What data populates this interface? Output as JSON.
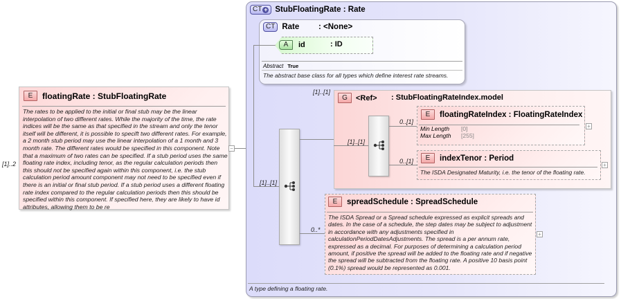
{
  "root_element": {
    "badge": "E",
    "name": "floatingRate",
    "separator": " : ",
    "type": "StubFloatingRate",
    "multiplicity": "[1]..2",
    "documentation": "The rates to be applied to the initial or final stub may be the linear interpolation of two different rates. While the majority of the time, the rate indices will be the same as that specified in the stream and only the tenor itself will be different, it is possible to specift two different rates. For example, a 2 month stub period may use the linear interpolation of a 1 month and 3 month rate. The different rates would be specified in this component. Note that a maximum of two rates can be specified. If a stub period uses the same floating rate index, including tenor, as the regular calculation periods then this should not be specified again within this component, i.e. the stub calculation period amount component may not need to be specified even if there is an initial or final stub period. If a stub period uses a different floating rate index compared to the regular calculation periods then this should be specified within this component. If specified here, they are likely to have id attributes, allowing them to be re",
    "collapse_icon": "minus"
  },
  "complex_type": {
    "badge": "CT",
    "badge_icon": "plus-circle-icon",
    "name": "StubFloatingRate",
    "separator": " : ",
    "base": "Rate",
    "documentation": "A type defining a floating rate.",
    "base_type": {
      "badge": "CT",
      "name": "Rate",
      "separator": ": ",
      "base": "<None>",
      "attribute": {
        "badge": "A",
        "name": "id",
        "separator": ": ",
        "type": "ID"
      },
      "abstract_label": "Abstract",
      "abstract_value": "True",
      "documentation": "The abstract base class for all types which define interest rate streams."
    },
    "sequence": {
      "multiplicity": "[1]..[1]",
      "icon": "sequence-icon"
    },
    "group": {
      "badge": "G",
      "name": "<Ref>",
      "separator": ": ",
      "type": "StubFloatingRateIndex.model",
      "multiplicity": "[1]..[1]",
      "sequence_multiplicity": "[1]..[1]",
      "children": [
        {
          "badge": "E",
          "name": "floatingRateIndex",
          "separator": " : ",
          "type": "FloatingRateIndex",
          "multiplicity": "0..[1]",
          "facets": [
            {
              "label": "Min Length",
              "value": "[0]"
            },
            {
              "label": "Max Length",
              "value": "[255]"
            }
          ],
          "expand_icon": "plus"
        },
        {
          "badge": "E",
          "name": "indexTenor",
          "separator": " : ",
          "type": "Period",
          "multiplicity": "0..[1]",
          "documentation": "The ISDA Designated Maturity, i.e. the tenor of the floating rate.",
          "expand_icon": "plus"
        }
      ]
    },
    "spread_schedule": {
      "badge": "E",
      "name": "spreadSchedule",
      "separator": " : ",
      "type": "SpreadSchedule",
      "multiplicity": "0..*",
      "documentation": "The ISDA Spread or a Spread schedule expressed as explicit spreads and dates. In the case of a schedule, the step dates may be subject to adjustment in accordance with any adjustments specified in calculationPeriodDatesAdjustments. The spread is a per annum rate, expressed as a decimal. For purposes of determining a calculation period amount, if positive the spread will be added to the floating rate and if negative the spread will be subtracted from the floating rate. A positive 10 basis point (0.1%) spread would be represented as 0.001.",
      "expand_icon": "plus"
    }
  },
  "colors": {
    "complex_type_bg": "#e0e0fb",
    "element_bg": "#fdd8d8",
    "attribute_bg": "#e8ffe0",
    "border": "#a0a0a0"
  }
}
